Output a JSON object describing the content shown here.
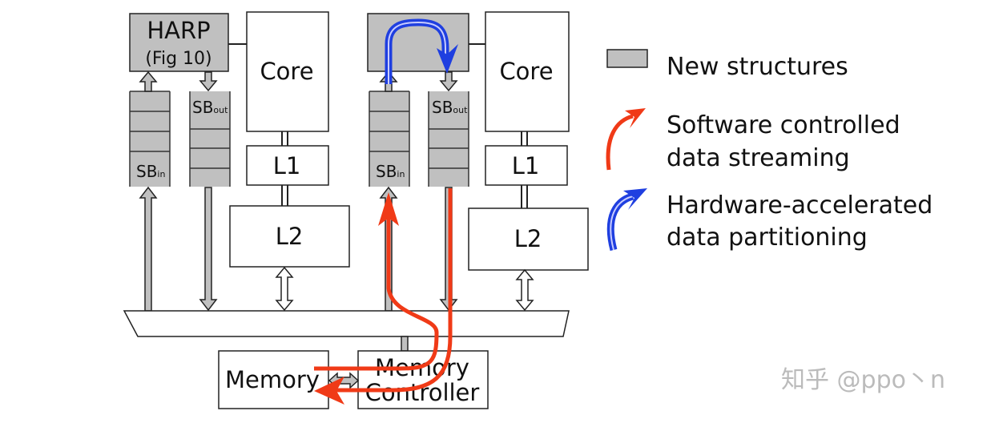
{
  "blocks": {
    "harp_line1": "HARP",
    "harp_line2": "(Fig 10)",
    "core": "Core",
    "l1": "L1",
    "l2": "L2",
    "sb_in_main": "SB",
    "sb_in_sub": "in",
    "sb_out_main": "SB",
    "sb_out_sub": "out",
    "memory": "Memory",
    "memory_controller_line1": "Memory",
    "memory_controller_line2": "Controller"
  },
  "legend": {
    "new_structures": "New structures",
    "software_line1": "Software controlled",
    "software_line2": "data streaming",
    "hardware_line1": "Hardware-accelerated",
    "hardware_line2": "data partitioning"
  },
  "colors": {
    "new_structure_fill": "#c0c0c0",
    "software_stream": "#f03a17",
    "hardware_partition": "#1f3fe0"
  },
  "watermark": "知乎 @ppo丶n"
}
